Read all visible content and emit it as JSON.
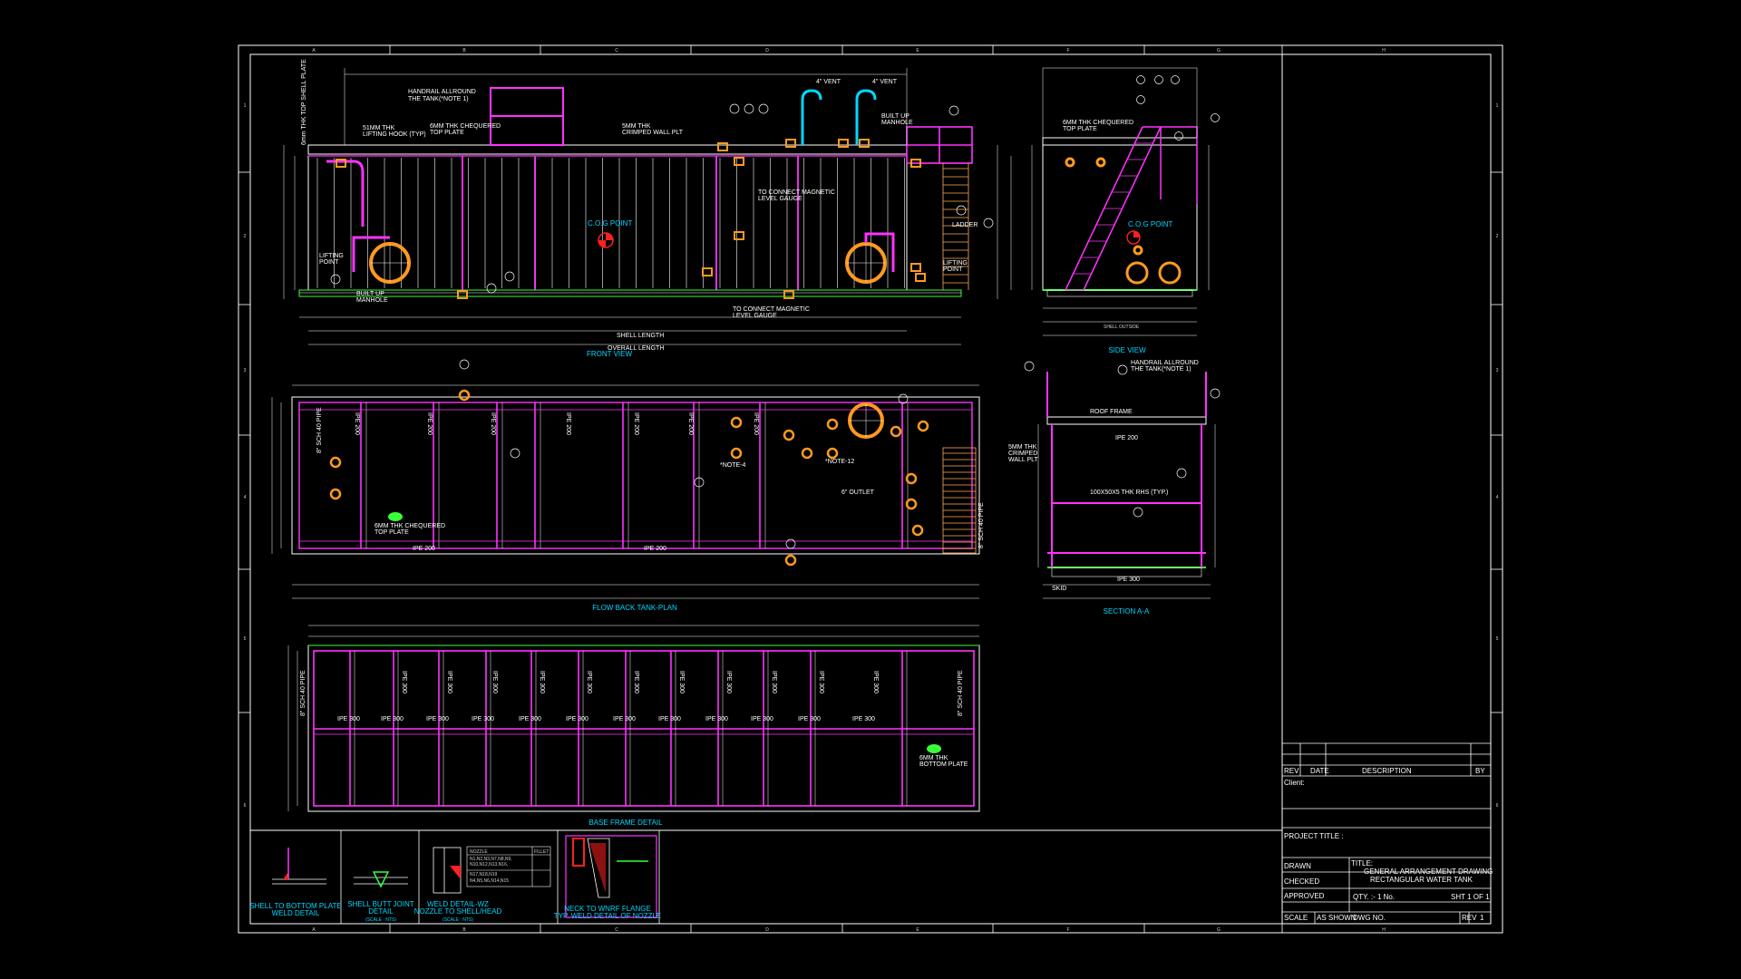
{
  "colors": {
    "background": "#000000",
    "white": "#ffffff",
    "magenta": "#ff33ff",
    "cyan": "#00d8ff",
    "orange": "#ff9a1f",
    "red": "#ff2020",
    "green": "#39ff39",
    "yellow": "#ffff33"
  },
  "border": {
    "col_letters": [
      "A",
      "B",
      "C",
      "D",
      "E",
      "F",
      "G",
      "H"
    ],
    "row_numbers": [
      "1",
      "2",
      "3",
      "4",
      "5",
      "6"
    ]
  },
  "views": {
    "front_view": "FRONT VIEW",
    "side_view": "SIDE VIEW",
    "flow_back_plan": "FLOW BACK TANK-PLAN",
    "section_aa": "SECTION A-A",
    "base_frame": "BASE FRAME DETAIL"
  },
  "front_notes": {
    "handrail": "HANDRAIL ALLROUND",
    "handrail_note": "THE TANK(*NOTE 1)",
    "lifting_hook": "51MM THK",
    "lifting_hook2": "LIFTING HOOK (TYP)",
    "chequered": "6MM THK CHEQUERED",
    "chequered2": "TOP PLATE",
    "crimped": "5MM THK",
    "crimped2": "CRIMPED WALL PLT",
    "vent1": "4\" VENT",
    "vent2": "4\" VENT",
    "manhole": "BUILT UP",
    "manhole2": "MANHOLE",
    "magnetic": "TO CONNECT MAGNETIC",
    "magnetic2": "LEVEL GAUGE",
    "magnetic_b": "TO CONNECT MAGNETIC",
    "magnetic_b2": "LEVEL GAUGE",
    "cog": "C.O.G POINT",
    "lifting": "LIFTING",
    "lifting2": "POINT",
    "lifting_r": "LIFTING",
    "lifting_r2": "POINT",
    "built_manhole": "BUILT UP",
    "built_manhole2": "MANHOLE",
    "shell_length": "SHELL LENGTH",
    "overall": "OVERALL LENGTH",
    "ladder": "LADDER",
    "top_shell": "6mm THK TOP SHELL PLATE"
  },
  "side_notes": {
    "chequered": "6MM THK CHEQUERED",
    "chequered2": "TOP PLATE",
    "cog": "C.O.G POINT",
    "shell_outside": "SHELL OUTSIDE"
  },
  "plan_notes": {
    "ipe200": "IPE 200",
    "chequered": "6MM THK CHEQUERED",
    "chequered2": "TOP PLATE",
    "note4": "*NOTE-4",
    "note12": "*NOTE-12",
    "outlet": "6\" OUTLET",
    "pipe": "8\" SCH 40 PIPE"
  },
  "section_notes": {
    "handrail": "HANDRAIL ALLROUND",
    "handrail2": "THE TANK(*NOTE 1)",
    "roof": "ROOF FRAME",
    "crimped": "5MM THK",
    "crimped2": "CRIMPED",
    "crimped3": "WALL PLT",
    "ipe200": "IPE 200",
    "rhs": "100X50X5 THK RHS (TYP.)",
    "ipe300": "IPE 300",
    "skid": "SKID"
  },
  "base_notes": {
    "ipe300": "IPE 300",
    "bottom": "6MM THK",
    "bottom2": "BOTTOM PLATE",
    "pipe": "8\" SCH 40 PIPE"
  },
  "details": [
    {
      "title1": "SHELL TO BOTTOM PLATE",
      "title2": "WELD DETAIL",
      "scale": ""
    },
    {
      "title1": "SHELL BUTT JOINT",
      "title2": "DETAIL",
      "scale": "(SCALE : NTS)"
    },
    {
      "title1": "WELD DETAIL-WZ",
      "title2": "NOZZLE TO SHELL/HEAD",
      "scale": "(SCALE : NTS)"
    },
    {
      "title1": "NECK TO WNRF FLANGE",
      "title2": "TYP. WELD DETAIL OF NOZZLE",
      "scale": ""
    }
  ],
  "detail_table": {
    "h1": "NOZZLE",
    "h2": "FILLET",
    "r1": "N1,N2,N3,N7,N8,N9,",
    "r2": "N10,N12,N13,N16,",
    "r3": "N17,N18,N19",
    "r4": "N4,N5,N6,N14,N15"
  },
  "title_block": {
    "rev_headers": [
      "REV",
      "DATE",
      "DESCRIPTION",
      "BY"
    ],
    "client": "Client:",
    "project_title": "PROJECT TITLE :",
    "drawn": "DRAWN",
    "checked": "CHECKED",
    "approved": "APPROVED",
    "title_label": "TITLE:",
    "title1": "GENERAL ARRANGEMENT DRAWING",
    "title2": "RECTANGULAR WATER TANK",
    "qty": "QTY. :- 1 No.",
    "sht": "SHT 1 OF 1",
    "scale_label": "SCALE",
    "scale_value": "AS SHOWN",
    "dwg_no": "DWG NO.",
    "rev_label": "REV",
    "rev_value": "1"
  }
}
